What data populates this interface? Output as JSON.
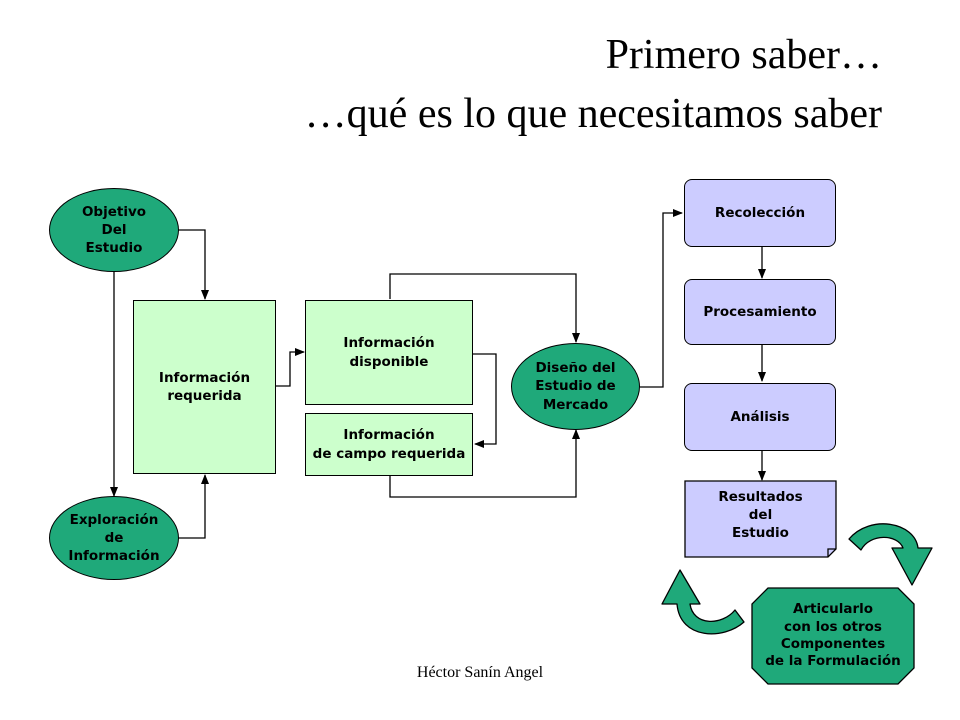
{
  "title": {
    "line1": "Primero saber…",
    "line2": "…qué es lo que necesitamos saber"
  },
  "nodes": {
    "objetivo": "Objetivo\nDel\nEstudio",
    "exploracion": "Exploración\nde\nInformación",
    "info_requerida": "Información\nrequerida",
    "info_disponible": "Información\ndisponible",
    "info_campo": "Información\nde campo requerida",
    "diseno": "Diseño del\nEstudio de\nMercado",
    "recoleccion": "Recolección",
    "procesamiento": "Procesamiento",
    "analisis": "Análisis",
    "resultados": "Resultados\ndel\nEstudio",
    "articularlo": "Articularlo\ncon los otros\nComponentes\nde la Formulación"
  },
  "colors": {
    "oval_fill": "#1fa97a",
    "rect_fill": "#ccffcc",
    "process_fill": "#ccccff",
    "cycle_arrow_fill": "#1fa97a"
  },
  "footer": {
    "author": "Héctor Sanín Angel"
  }
}
